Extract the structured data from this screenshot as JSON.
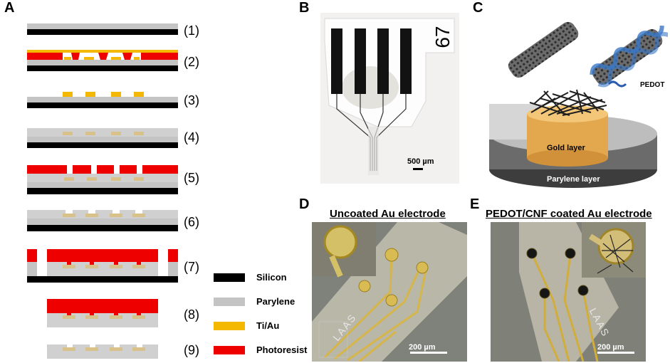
{
  "panels": {
    "a": "A",
    "b": "B",
    "c": "C",
    "d": "D",
    "e": "E"
  },
  "steps": [
    "(1)",
    "(2)",
    "(3)",
    "(4)",
    "(5)",
    "(6)",
    "(7)",
    "(8)",
    "(9)"
  ],
  "legend": [
    {
      "label": "Silicon",
      "color": "#000000"
    },
    {
      "label": "Parylene",
      "color": "#c4c4c4"
    },
    {
      "label": "Ti/Au",
      "color": "#f5b800"
    },
    {
      "label": "Photoresist",
      "color": "#ee0000"
    }
  ],
  "panel_b": {
    "probe_number": "67",
    "scale_bar": "500 µm"
  },
  "panel_c": {
    "pedot_label": "PEDOT",
    "gold_layer": "Gold layer",
    "parylene_layer": "Parylene layer"
  },
  "panel_d": {
    "title": "Uncoated Au electrode",
    "scale_bar": "200 µm",
    "engraving": "LAAS"
  },
  "panel_e": {
    "title": "PEDOT/CNF coated Au electrode",
    "scale_bar": "200 µm",
    "engraving": "LAAS"
  }
}
